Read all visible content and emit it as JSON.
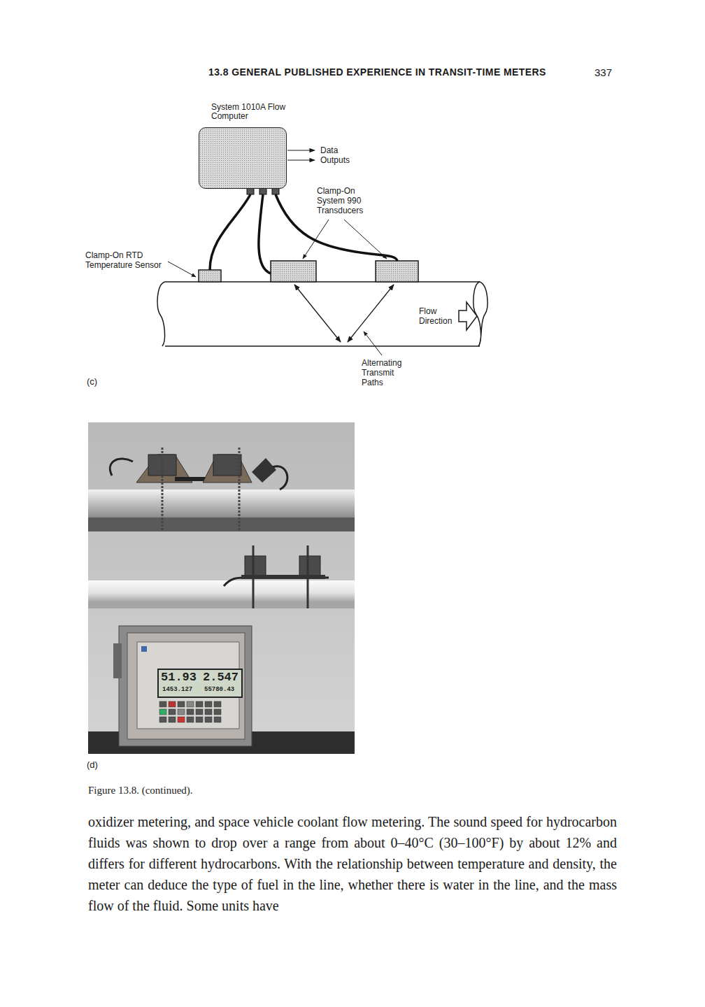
{
  "diagram": {
    "caption": "Figure 13.8. (continued).",
    "nodes": [
      {
        "text": [
          "System 1010A Flow Computer"
        ]
      }
    ],
    "labels": [
      "13.8 GENERAL PUBLISHED EXPERIENCE IN TRANSIT-TIME METERS",
      "337",
      "Data Outputs",
      "Clamp-On System 990 Transducers",
      "Clamp-On RTD Temperature Sensor",
      "Flow Direction",
      "Alternating Transmit Paths",
      "(c)",
      "51.93",
      "2.547",
      "1453.127",
      "55780.43",
      "(d)",
      "oxidizer metering, and space vehicle coolant flow metering. The sound speed for hydrocarbon fluids was shown to drop over a range from about 0–40°C (30–100°F) by about 12% and differs for different hydrocarbons. With the relationship between temperature and density, the meter can deduce the type of fuel in the line, whether there is water in the line, and the mass flow of the fluid. Some units have"
    ]
  }
}
